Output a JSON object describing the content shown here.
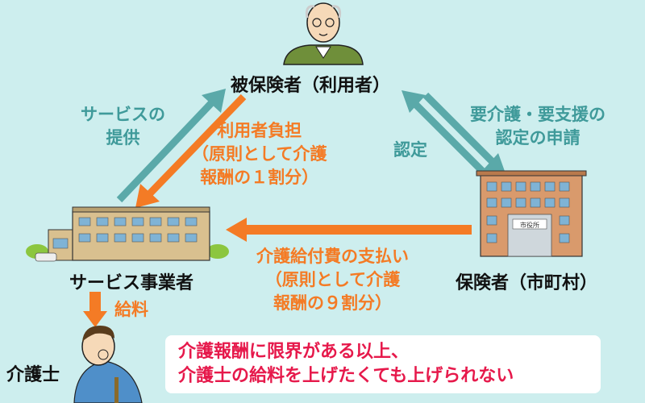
{
  "nodes": {
    "insured": "被保険者（利用者）",
    "provider": "サービス事業者",
    "insurer": "保険者（市町村）",
    "caregiver": "介護士"
  },
  "flows": {
    "service_provision": [
      "サービスの",
      "提供"
    ],
    "user_burden": [
      "利用者負担",
      "（原則として介護",
      "報酬の１割分）"
    ],
    "certification": "認定",
    "application": [
      "要介護・要支援の",
      "認定の申請"
    ],
    "payment": [
      "介護給付費の支払い",
      "（原則として介護",
      "報酬の９割分）"
    ],
    "salary": "給料"
  },
  "building_sign": "市役所",
  "callout": [
    "介護報酬に限界がある以上、",
    "介護士の給料を上げたくても上げられない"
  ],
  "colors": {
    "background": "#cdeeee",
    "teal": "#5aa9a9",
    "orange": "#f47b25",
    "callout_text": "#e6194b"
  }
}
